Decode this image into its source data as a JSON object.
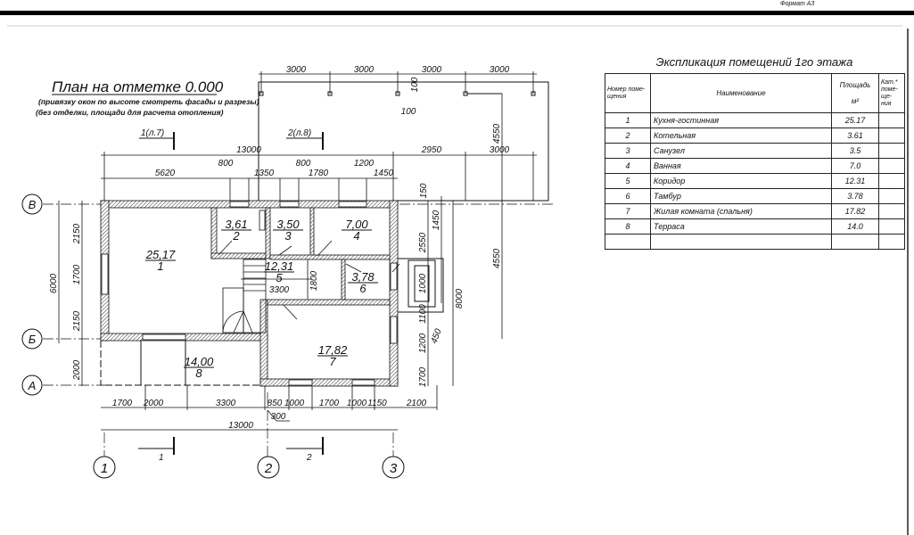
{
  "sheet_format": "Формат А3",
  "plan": {
    "title": "План на отметке 0.000",
    "note1": "(привязку окон по высоте смотреть фасады и разрезы)",
    "note2": "(без отделки, площади для расчета отопления)",
    "section_top_1": "1(л.7)",
    "section_top_2": "2(л.8)",
    "section_bottom_1": "1",
    "section_bottom_2": "2"
  },
  "axes": {
    "rows": [
      "В",
      "Б",
      "А"
    ],
    "cols": [
      "1",
      "2",
      "3"
    ]
  },
  "rooms": [
    {
      "area": "25,17",
      "num": "1"
    },
    {
      "area": "3,61",
      "num": "2"
    },
    {
      "area": "3,50",
      "num": "3"
    },
    {
      "area": "7,00",
      "num": "4"
    },
    {
      "area": "12,31",
      "num": "5"
    },
    {
      "area": "3,78",
      "num": "6"
    },
    {
      "area": "17,82",
      "num": "7"
    },
    {
      "area": "14,00",
      "num": "8"
    }
  ],
  "dims": [
    "3000",
    "3000",
    "3000",
    "3000",
    "100",
    "100",
    "13000",
    "2950",
    "3000",
    "5620",
    "800",
    "1350",
    "800",
    "1780",
    "1200",
    "1450",
    "150",
    "1450",
    "2550",
    "1000",
    "1100",
    "450",
    "1200",
    "1700",
    "8000",
    "4550",
    "4550",
    "6000",
    "2150",
    "1700",
    "2150",
    "2000",
    "1700",
    "2000",
    "3300",
    "850",
    "1000",
    "1700",
    "1000",
    "1150",
    "2100",
    "13000",
    "300",
    "3300",
    "1800"
  ],
  "table": {
    "title": "Экспликация помещений 1го этажа",
    "headers": {
      "num": "Номер поме- щения",
      "name": "Наименование",
      "area": "Площадь",
      "area_unit": "м²",
      "cat": "Кат.* поме- ще- ния"
    },
    "rows": [
      {
        "num": "1",
        "name": "Кухня-гостинная",
        "area": "25.17"
      },
      {
        "num": "2",
        "name": "Котельная",
        "area": "3.61"
      },
      {
        "num": "3",
        "name": "Санузел",
        "area": "3.5"
      },
      {
        "num": "4",
        "name": "Ванная",
        "area": "7.0"
      },
      {
        "num": "5",
        "name": "Коридор",
        "area": "12.31"
      },
      {
        "num": "6",
        "name": "Тамбур",
        "area": "3.78"
      },
      {
        "num": "7",
        "name": "Жилая комната (спальня)",
        "area": "17.82"
      },
      {
        "num": "8",
        "name": "Терраса",
        "area": "14.0"
      }
    ]
  }
}
